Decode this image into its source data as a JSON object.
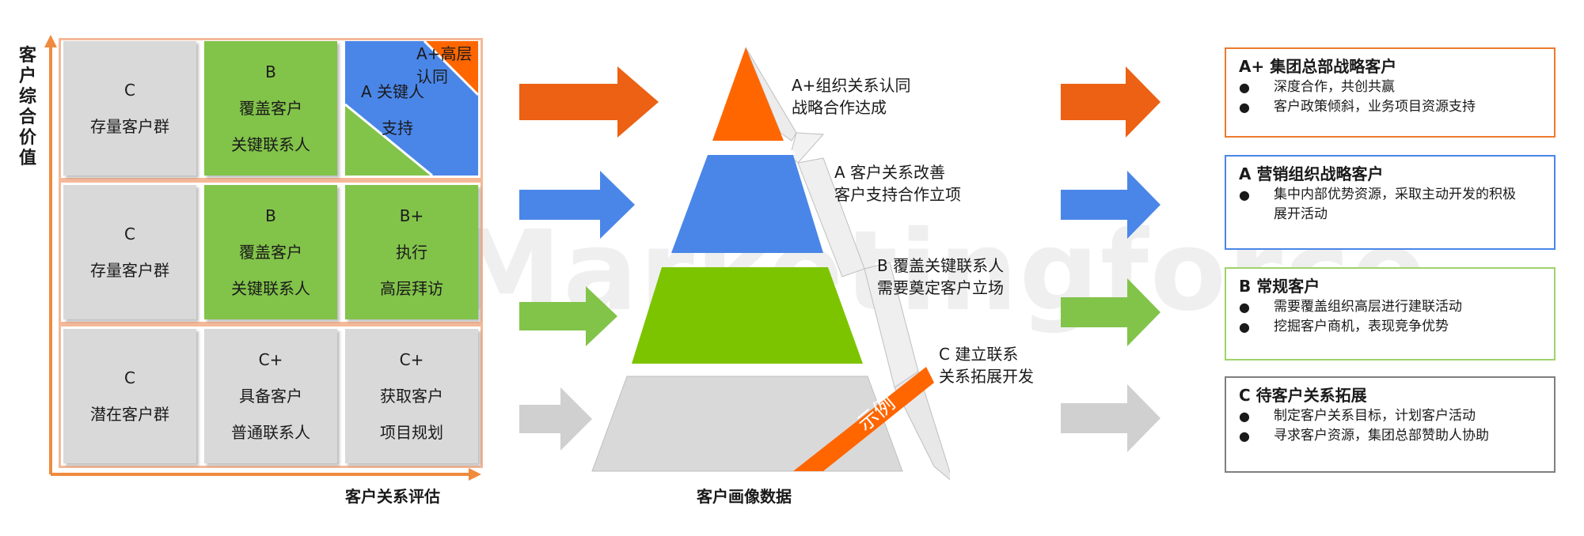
{
  "axes": {
    "y_label": "客户综合价值",
    "x_label": "客户关系评估"
  },
  "matrix": {
    "rows": [
      [
        {
          "tier": "C",
          "line1": "存量客户群",
          "line2": ""
        },
        {
          "tier": "B",
          "line1": "覆盖客户",
          "line2": "关键联系人"
        },
        {
          "tier": "",
          "line1": "",
          "line2": ""
        }
      ],
      [
        {
          "tier": "C",
          "line1": "存量客户群",
          "line2": ""
        },
        {
          "tier": "B",
          "line1": "覆盖客户",
          "line2": "关键联系人"
        },
        {
          "tier": "B+",
          "line1": "执行",
          "line2": "高层拜访"
        }
      ],
      [
        {
          "tier": "C",
          "line1": "潜在客户群",
          "line2": ""
        },
        {
          "tier": "C+",
          "line1": "具备客户",
          "line2": "普通联系人"
        },
        {
          "tier": "C+",
          "line1": "获取客户",
          "line2": "项目规划"
        }
      ]
    ],
    "a_plus_label": "A+高层认同",
    "a_label": "A 关键人",
    "a_support": "支持"
  },
  "pyramid": {
    "levels": [
      {
        "line1": "A+组织关系认同",
        "line2": "战略合作达成",
        "color": "#ff6600"
      },
      {
        "line1": "A 客户关系改善",
        "line2": "客户支持合作立项",
        "color": "#4a86e8"
      },
      {
        "line1": "B 覆盖关键联系人",
        "line2": "需要奠定客户立场",
        "color": "#7dc400"
      },
      {
        "line1": "C 建立联系",
        "line2": "关系拓展开发",
        "color": "#d9d9d9"
      }
    ],
    "example_tag": "示例",
    "caption": "客户画像数据"
  },
  "arrows": {
    "colors": [
      "#ec6113",
      "#4a86e8",
      "#82c34a",
      "#d0d0d0"
    ]
  },
  "cards": [
    {
      "title": "A+ 集团总部战略客户",
      "border": "#ec7a2d",
      "items": [
        "深度合作，共创共赢",
        "客户政策倾斜，业务项目资源支持"
      ]
    },
    {
      "title": "A 营销组织战略客户",
      "border": "#4a86e8",
      "items": [
        "集中内部优势资源，采取主动开发的积极展开活动"
      ]
    },
    {
      "title": "B 常规客户",
      "border": "#9fd36b",
      "items": [
        "需要覆盖组织高层进行建联活动",
        "挖掘客户商机，表现竞争优势"
      ]
    },
    {
      "title": "C 待客户关系拓展",
      "border": "#7f7f7f",
      "items": [
        "制定客户关系目标，计划客户活动",
        "寻求客户资源，集团总部赞助人协助"
      ]
    }
  ],
  "bullet_glyph": "●",
  "watermark": "Marketingforce"
}
